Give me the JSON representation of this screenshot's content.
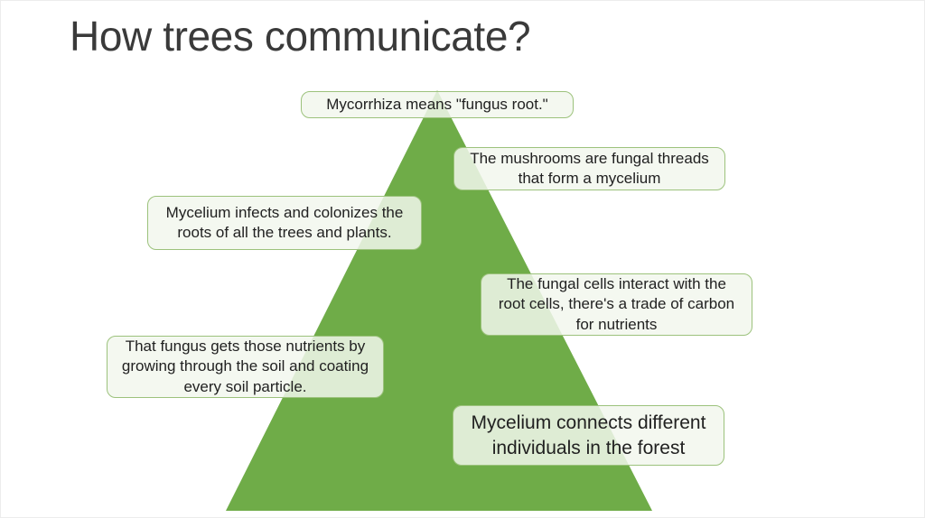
{
  "slide": {
    "title": "How trees communicate?"
  },
  "colors": {
    "pyramid_green": "#6fac48",
    "callout_border": "#9cc27c",
    "callout_fill": "#f2f7ed",
    "title_text": "#3a3a3a",
    "body_text": "#212121",
    "background": "#ffffff"
  },
  "pyramid": {
    "shape": "triangle"
  },
  "callouts": [
    {
      "text": "Mycorrhiza means \"fungus root.\""
    },
    {
      "text": "The mushrooms are fungal threads\nthat form a mycelium"
    },
    {
      "text": "Mycelium infects and colonizes the\nroots of all the trees and plants."
    },
    {
      "text": "The fungal cells interact with the\nroot cells, there's a trade of carbon\nfor nutrients"
    },
    {
      "text": "That fungus gets those nutrients by\ngrowing through the soil and coating\nevery soil particle."
    },
    {
      "text": "Mycelium connects different\nindividuals in the forest"
    }
  ]
}
